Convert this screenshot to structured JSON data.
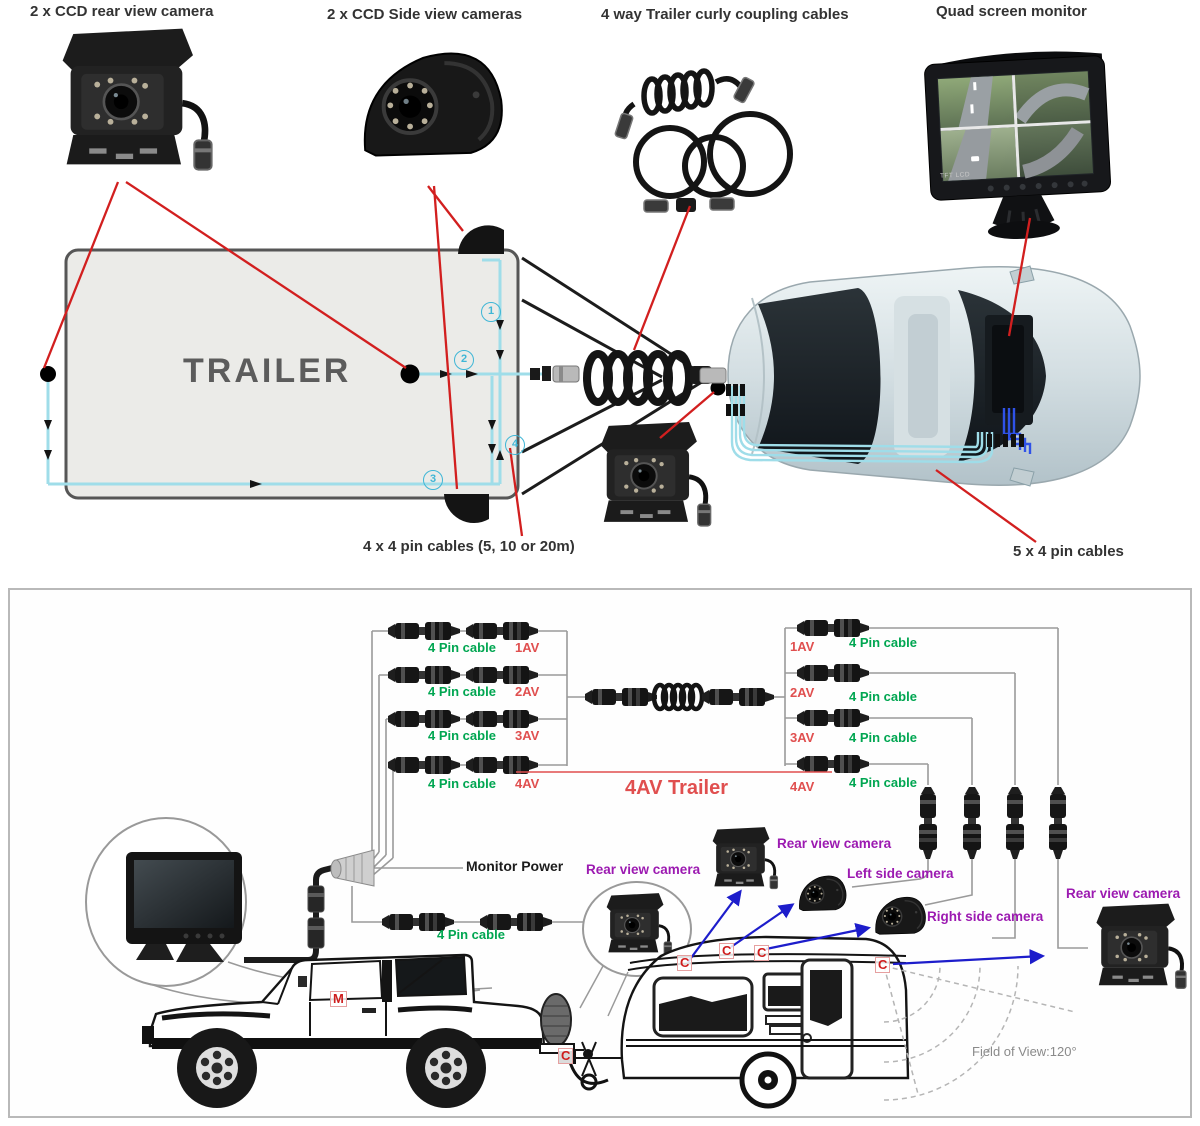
{
  "colors": {
    "green": "#00a651",
    "red": "#e04f4f",
    "purple": "#9c1ab1",
    "redline": "#d21f1f",
    "blue": "#1d1dcb",
    "cyan": "#3fb6d6",
    "cablecyan": "#9fdde9",
    "graywire": "#9a9a9a"
  },
  "top": {
    "product_labels": {
      "rear_camera": "2 x CCD rear view camera",
      "side_camera": "2 x CCD Side view cameras",
      "curly_cables": "4 way Trailer curly coupling cables",
      "quad_monitor": "Quad screen monitor"
    },
    "monitor_brand": "TFT LCD",
    "trailer_label": "TRAILER",
    "channel_markers": [
      "1",
      "2",
      "3",
      "4"
    ],
    "cable_notes": {
      "trailer_cables": "4 x 4 pin cables (5, 10 or 20m)",
      "car_cables": "5 x 4 pin cables"
    }
  },
  "wiring": {
    "left_rows": [
      {
        "cable": "4 Pin cable",
        "av": "1AV"
      },
      {
        "cable": "4 Pin cable",
        "av": "2AV"
      },
      {
        "cable": "4 Pin cable",
        "av": "3AV"
      },
      {
        "cable": "4 Pin cable",
        "av": "4AV"
      }
    ],
    "right_rows": [
      {
        "av": "1AV",
        "cable": "4 Pin cable"
      },
      {
        "av": "2AV",
        "cable": "4 Pin cable"
      },
      {
        "av": "3AV",
        "cable": "4 Pin cable"
      },
      {
        "av": "4AV",
        "cable": "4 Pin cable"
      }
    ],
    "trailer_bus_label": "4AV Trailer",
    "monitor_power_label": "Monitor Power",
    "monitor_cable_label": "4 Pin cable",
    "camera_labels": {
      "rear_left": "Rear view camera",
      "rear_mid": "Rear view camera",
      "left_side": "Left side camera",
      "right_side": "Right side camera",
      "rear_right": "Rear view camera"
    },
    "field_of_view": "Field of View:120°",
    "markers": {
      "monitor": "M",
      "camera": "C"
    }
  }
}
